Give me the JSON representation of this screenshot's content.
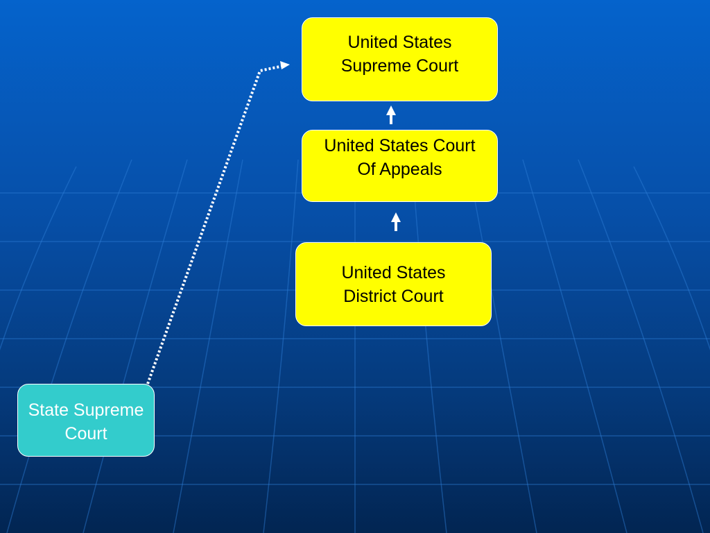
{
  "diagram": {
    "nodes": {
      "us_supreme_court": {
        "line1": "United States",
        "line2": "Supreme Court"
      },
      "us_court_of_appeals": {
        "line1": "United States Court",
        "line2": "Of Appeals"
      },
      "us_district_court": {
        "line1": "United States",
        "line2": "District Court"
      },
      "state_supreme_court": {
        "line1": "State Supreme",
        "line2": "Court"
      }
    },
    "edges": [
      {
        "from": "us_district_court",
        "to": "us_court_of_appeals",
        "style": "solid-arrow"
      },
      {
        "from": "us_court_of_appeals",
        "to": "us_supreme_court",
        "style": "solid-arrow"
      },
      {
        "from": "state_supreme_court",
        "to": "us_supreme_court",
        "style": "dotted-arrow"
      }
    ],
    "colors": {
      "federal_box": "#ffff00",
      "state_box": "#33cccc",
      "background_top": "#0563cc",
      "background_bottom": "#022552",
      "arrow": "#ffffff"
    }
  }
}
